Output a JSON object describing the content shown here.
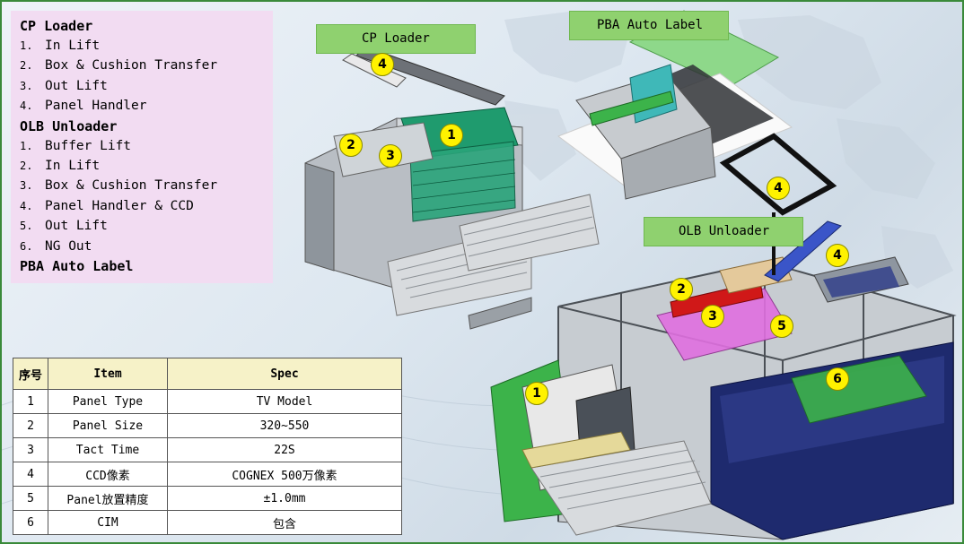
{
  "list_panel": {
    "groups": [
      {
        "heading": "CP Loader",
        "items": [
          {
            "num": "1.",
            "text": "In Lift"
          },
          {
            "num": "2.",
            "text": "Box & Cushion Transfer"
          },
          {
            "num": "3.",
            "text": "Out Lift"
          },
          {
            "num": "4.",
            "text": "Panel Handler"
          }
        ]
      },
      {
        "heading": "OLB Unloader",
        "items": [
          {
            "num": "1.",
            "text": "Buffer Lift"
          },
          {
            "num": "2.",
            "text": "In Lift"
          },
          {
            "num": "3.",
            "text": "Box & Cushion Transfer"
          },
          {
            "num": "4.",
            "text": "Panel Handler & CCD"
          },
          {
            "num": "5.",
            "text": "Out Lift"
          },
          {
            "num": "6.",
            "text": "NG Out"
          }
        ]
      },
      {
        "heading": "PBA Auto Label",
        "items": []
      }
    ]
  },
  "tags": {
    "cp_loader": "CP Loader",
    "pba_auto_label": "PBA Auto Label",
    "olb_unloader": "OLB Unloader"
  },
  "callouts": {
    "cp_1": "1",
    "cp_2": "2",
    "cp_3": "3",
    "cp_4": "4",
    "olb_1": "1",
    "olb_2": "2",
    "olb_3": "3",
    "olb_4a": "4",
    "olb_4b": "4",
    "olb_5": "5",
    "olb_6": "6"
  },
  "spec_table": {
    "headers": [
      "序号",
      "Item",
      "Spec"
    ],
    "rows": [
      [
        "1",
        "Panel Type",
        "TV Model"
      ],
      [
        "2",
        "Panel Size",
        "320~550"
      ],
      [
        "3",
        "Tact Time",
        "22S"
      ],
      [
        "4",
        "CCD像素",
        "COGNEX 500万像素"
      ],
      [
        "5",
        "Panel放置精度",
        "±1.0mm"
      ],
      [
        "6",
        "CIM",
        "包含"
      ]
    ]
  },
  "colors": {
    "label_green": "#8fd16f",
    "callout_yellow": "#fff200",
    "panel_pink": "#f2dcf2",
    "table_header": "#f6f2c8",
    "machine_green": "#3cb34a",
    "machine_navy": "#1e2a6e",
    "accent_magenta": "#e070e0",
    "accent_red": "#d01818",
    "accent_teal": "#3fb8b8"
  }
}
